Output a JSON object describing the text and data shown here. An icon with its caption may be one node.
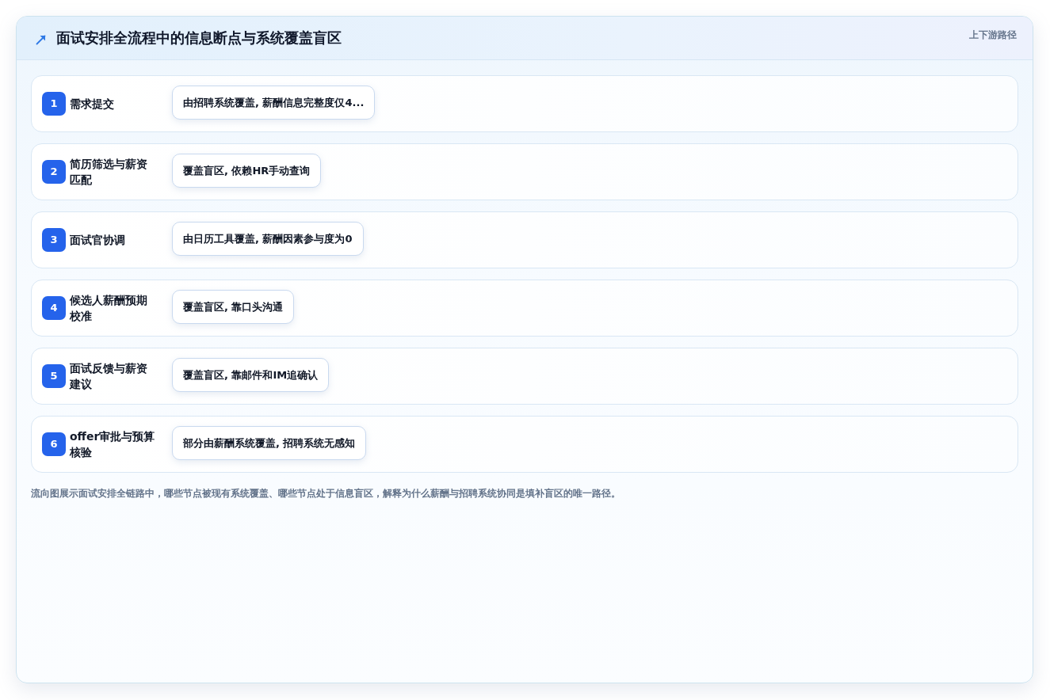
{
  "diagram": {
    "title": "面试安排全流程中的信息断点与系统覆盖盲区",
    "caption": "流向图展示面试安排全链路中，哪些节点被现有系统覆盖、哪些节点处于信息盲区，解释为什么薪酬与招聘系统协同是填补盲区的唯一路径。",
    "nodes": [
      {
        "text": [
          "需求提交"
        ]
      },
      {
        "text": [
          "1"
        ],
        "in": 0
      },
      {
        "text": [
          "由招聘系统覆盖, 薪酬信息完整度仅4..."
        ],
        "in": 0
      },
      {
        "text": [
          "简历筛选与薪资匹配"
        ]
      },
      {
        "text": [
          "2"
        ],
        "in": 3
      },
      {
        "text": [
          "覆盖盲区, 依赖HR手动查询"
        ],
        "in": 3
      },
      {
        "text": [
          "面试官协调"
        ]
      },
      {
        "text": [
          "3"
        ],
        "in": 6
      },
      {
        "text": [
          "由日历工具覆盖, 薪酬因素参与度为0"
        ],
        "in": 6
      },
      {
        "text": [
          "候选人薪酬预期校准"
        ]
      },
      {
        "text": [
          "4"
        ],
        "in": 9
      },
      {
        "text": [
          "覆盖盲区, 靠口头沟通"
        ],
        "in": 9
      },
      {
        "text": [
          "面试反馈与薪资建议"
        ]
      },
      {
        "text": [
          "5"
        ],
        "in": 12
      },
      {
        "text": [
          "覆盖盲区, 靠邮件和IM追确认"
        ],
        "in": 12
      },
      {
        "text": [
          "offer审批与预算核验"
        ]
      },
      {
        "text": [
          "6"
        ],
        "in": 15
      },
      {
        "text": [
          "部分由薪酬系统覆盖, 招聘系统无感知"
        ],
        "in": 15
      }
    ],
    "labels": [
      "上下游路径"
    ]
  }
}
